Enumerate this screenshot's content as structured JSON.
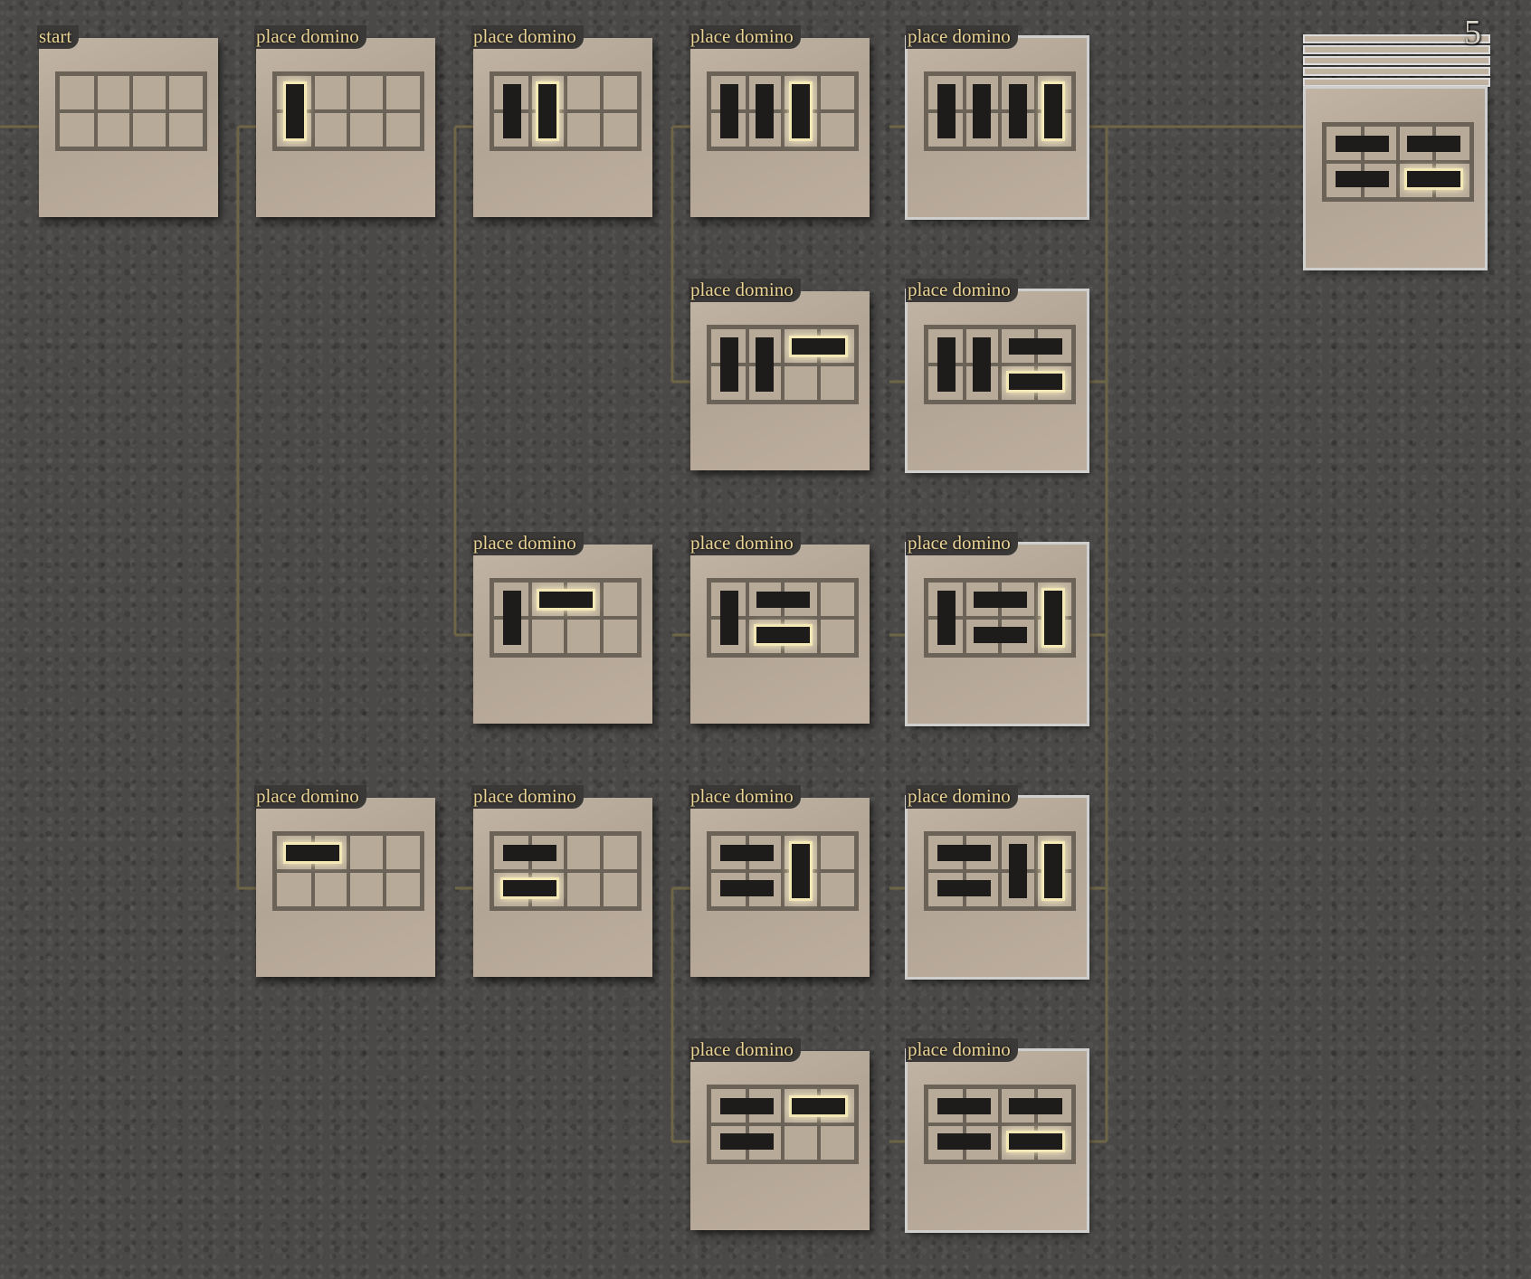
{
  "stack": {
    "count": "5"
  },
  "nodes": [
    {
      "id": "n0",
      "title": "start",
      "final": false,
      "dominos": []
    },
    {
      "id": "n1",
      "title": "place domino",
      "final": false,
      "dominos": [
        {
          "col": 0,
          "row": 0,
          "dir": "v",
          "hl": true
        }
      ]
    },
    {
      "id": "n2",
      "title": "place domino",
      "final": false,
      "dominos": [
        {
          "col": 0,
          "row": 0,
          "dir": "v",
          "hl": false
        },
        {
          "col": 1,
          "row": 0,
          "dir": "v",
          "hl": true
        }
      ]
    },
    {
      "id": "n3",
      "title": "place domino",
      "final": false,
      "dominos": [
        {
          "col": 0,
          "row": 0,
          "dir": "v",
          "hl": false
        },
        {
          "col": 1,
          "row": 0,
          "dir": "v",
          "hl": false
        },
        {
          "col": 2,
          "row": 0,
          "dir": "v",
          "hl": true
        }
      ]
    },
    {
      "id": "n4",
      "title": "place domino",
      "final": true,
      "dominos": [
        {
          "col": 0,
          "row": 0,
          "dir": "v",
          "hl": false
        },
        {
          "col": 1,
          "row": 0,
          "dir": "v",
          "hl": false
        },
        {
          "col": 2,
          "row": 0,
          "dir": "v",
          "hl": false
        },
        {
          "col": 3,
          "row": 0,
          "dir": "v",
          "hl": true
        }
      ]
    },
    {
      "id": "n5",
      "title": "place domino",
      "final": false,
      "dominos": [
        {
          "col": 0,
          "row": 0,
          "dir": "v",
          "hl": false
        },
        {
          "col": 1,
          "row": 0,
          "dir": "v",
          "hl": false
        },
        {
          "col": 2,
          "row": 0,
          "dir": "h",
          "hl": true
        }
      ]
    },
    {
      "id": "n6",
      "title": "place domino",
      "final": true,
      "dominos": [
        {
          "col": 0,
          "row": 0,
          "dir": "v",
          "hl": false
        },
        {
          "col": 1,
          "row": 0,
          "dir": "v",
          "hl": false
        },
        {
          "col": 2,
          "row": 0,
          "dir": "h",
          "hl": false
        },
        {
          "col": 2,
          "row": 1,
          "dir": "h",
          "hl": true
        }
      ]
    },
    {
      "id": "n7",
      "title": "place domino",
      "final": false,
      "dominos": [
        {
          "col": 0,
          "row": 0,
          "dir": "v",
          "hl": false
        },
        {
          "col": 1,
          "row": 0,
          "dir": "h",
          "hl": true
        }
      ]
    },
    {
      "id": "n8",
      "title": "place domino",
      "final": false,
      "dominos": [
        {
          "col": 0,
          "row": 0,
          "dir": "v",
          "hl": false
        },
        {
          "col": 1,
          "row": 0,
          "dir": "h",
          "hl": false
        },
        {
          "col": 1,
          "row": 1,
          "dir": "h",
          "hl": true
        }
      ]
    },
    {
      "id": "n9",
      "title": "place domino",
      "final": true,
      "dominos": [
        {
          "col": 0,
          "row": 0,
          "dir": "v",
          "hl": false
        },
        {
          "col": 1,
          "row": 0,
          "dir": "h",
          "hl": false
        },
        {
          "col": 1,
          "row": 1,
          "dir": "h",
          "hl": false
        },
        {
          "col": 3,
          "row": 0,
          "dir": "v",
          "hl": true
        }
      ]
    },
    {
      "id": "n10",
      "title": "place domino",
      "final": false,
      "dominos": [
        {
          "col": 0,
          "row": 0,
          "dir": "h",
          "hl": true
        }
      ]
    },
    {
      "id": "n11",
      "title": "place domino",
      "final": false,
      "dominos": [
        {
          "col": 0,
          "row": 0,
          "dir": "h",
          "hl": false
        },
        {
          "col": 0,
          "row": 1,
          "dir": "h",
          "hl": true
        }
      ]
    },
    {
      "id": "n12",
      "title": "place domino",
      "final": false,
      "dominos": [
        {
          "col": 0,
          "row": 0,
          "dir": "h",
          "hl": false
        },
        {
          "col": 0,
          "row": 1,
          "dir": "h",
          "hl": false
        },
        {
          "col": 2,
          "row": 0,
          "dir": "v",
          "hl": true
        }
      ]
    },
    {
      "id": "n13",
      "title": "place domino",
      "final": true,
      "dominos": [
        {
          "col": 0,
          "row": 0,
          "dir": "h",
          "hl": false
        },
        {
          "col": 0,
          "row": 1,
          "dir": "h",
          "hl": false
        },
        {
          "col": 2,
          "row": 0,
          "dir": "v",
          "hl": false
        },
        {
          "col": 3,
          "row": 0,
          "dir": "v",
          "hl": true
        }
      ]
    },
    {
      "id": "n14",
      "title": "place domino",
      "final": false,
      "dominos": [
        {
          "col": 0,
          "row": 0,
          "dir": "h",
          "hl": false
        },
        {
          "col": 0,
          "row": 1,
          "dir": "h",
          "hl": false
        },
        {
          "col": 2,
          "row": 0,
          "dir": "h",
          "hl": true
        }
      ]
    },
    {
      "id": "n15",
      "title": "place domino",
      "final": true,
      "dominos": [
        {
          "col": 0,
          "row": 0,
          "dir": "h",
          "hl": false
        },
        {
          "col": 0,
          "row": 1,
          "dir": "h",
          "hl": false
        },
        {
          "col": 2,
          "row": 0,
          "dir": "h",
          "hl": false
        },
        {
          "col": 2,
          "row": 1,
          "dir": "h",
          "hl": true
        }
      ]
    }
  ],
  "result": {
    "title": "",
    "dominos": [
      {
        "col": 0,
        "row": 0,
        "dir": "h",
        "hl": false
      },
      {
        "col": 0,
        "row": 1,
        "dir": "h",
        "hl": false
      },
      {
        "col": 2,
        "row": 0,
        "dir": "h",
        "hl": false
      },
      {
        "col": 2,
        "row": 1,
        "dir": "h",
        "hl": true
      }
    ]
  }
}
